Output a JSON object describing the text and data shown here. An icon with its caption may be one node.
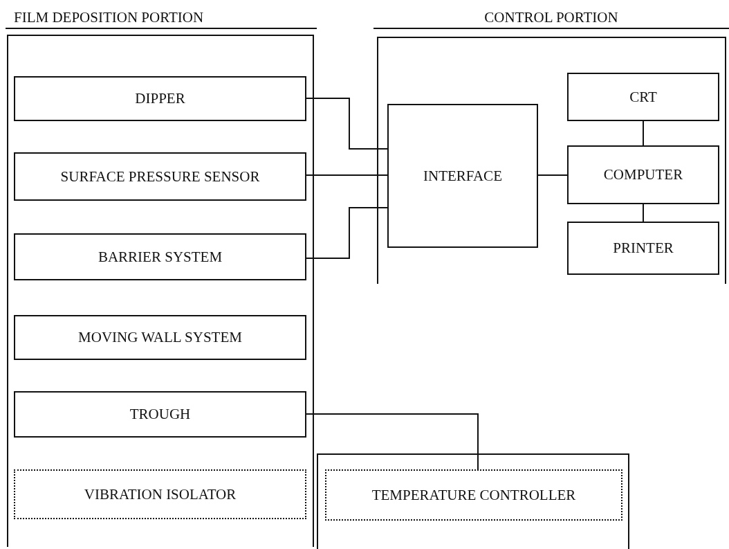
{
  "diagram": {
    "nodes": [
      {
        "text": [
          "FILM DEPOSITION PORTION"
        ]
      },
      {
        "text": [
          "DIPPER"
        ],
        "in": 0
      },
      {
        "text": [
          "SURFACE PRESSURE SENSOR"
        ],
        "in": 0
      },
      {
        "text": [
          "BARRIER SYSTEM"
        ],
        "in": 0
      },
      {
        "text": [
          "MOVING WALL SYSTEM"
        ],
        "in": 0
      },
      {
        "text": [
          "TROUGH"
        ],
        "in": 0
      },
      {
        "text": [
          "VIBRATION ISOLATOR"
        ],
        "in": 0
      },
      {
        "text": [
          "CONTROL PORTION"
        ]
      },
      {
        "text": [
          "CRT"
        ],
        "in": 7
      },
      {
        "text": [
          "INTERFACE"
        ],
        "in": 7
      },
      {
        "text": [
          "COMPUTER"
        ],
        "in": 7
      },
      {
        "text": [
          "PRINTER"
        ],
        "in": 7
      },
      {
        "text": [],
        "shape": "box"
      },
      {
        "text": [
          "TEMPERATURE CONTROLLER"
        ],
        "in": 12
      }
    ],
    "edges": [
      {
        "from": 1,
        "to": 9,
        "arrow": "none"
      },
      {
        "from": 2,
        "to": 9,
        "arrow": "none"
      },
      {
        "from": 3,
        "to": 9,
        "arrow": "none"
      },
      {
        "from": 9,
        "to": 10,
        "arrow": "none"
      },
      {
        "from": 8,
        "to": 10,
        "arrow": "none"
      },
      {
        "from": 10,
        "to": 11,
        "arrow": "none"
      },
      {
        "from": 5,
        "to": 13,
        "arrow": "none"
      }
    ]
  }
}
